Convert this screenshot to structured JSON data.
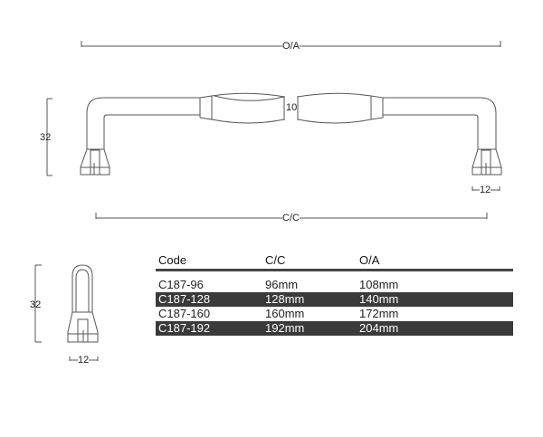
{
  "drawing": {
    "front_view": {
      "overall_label": "O/A",
      "center_label": "C/C",
      "height_label": "32",
      "center_thickness_label": "10",
      "foot_width_label": "12"
    },
    "side_view": {
      "height_label": "32",
      "foot_width_label": "12"
    }
  },
  "table": {
    "headers": [
      "Code",
      "C/C",
      "O/A"
    ],
    "rows": [
      {
        "code": "C187-96",
        "cc": "96mm",
        "oa": "108mm",
        "style": "light"
      },
      {
        "code": "C187-128",
        "cc": "128mm",
        "oa": "140mm",
        "style": "dark"
      },
      {
        "code": "C187-160",
        "cc": "160mm",
        "oa": "172mm",
        "style": "light"
      },
      {
        "code": "C187-192",
        "cc": "192mm",
        "oa": "204mm",
        "style": "dark"
      }
    ],
    "dark_row_color": "#3a3a3a",
    "rule_color": "#444444"
  }
}
